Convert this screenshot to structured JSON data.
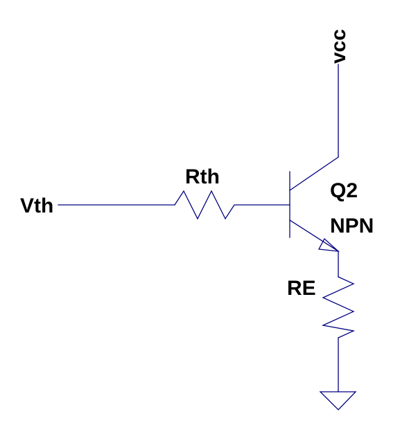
{
  "schematic": {
    "colors": {
      "wire": "#000080",
      "label": "#000000",
      "background": "#ffffff"
    },
    "nets": {
      "input": "Vth",
      "supply": "vcc"
    },
    "components": {
      "base_resistor": {
        "ref": "Rth"
      },
      "transistor": {
        "ref": "Q2",
        "type": "NPN"
      },
      "emitter_resistor": {
        "ref": "RE"
      },
      "ground": {
        "icon": "ground-icon"
      }
    }
  }
}
